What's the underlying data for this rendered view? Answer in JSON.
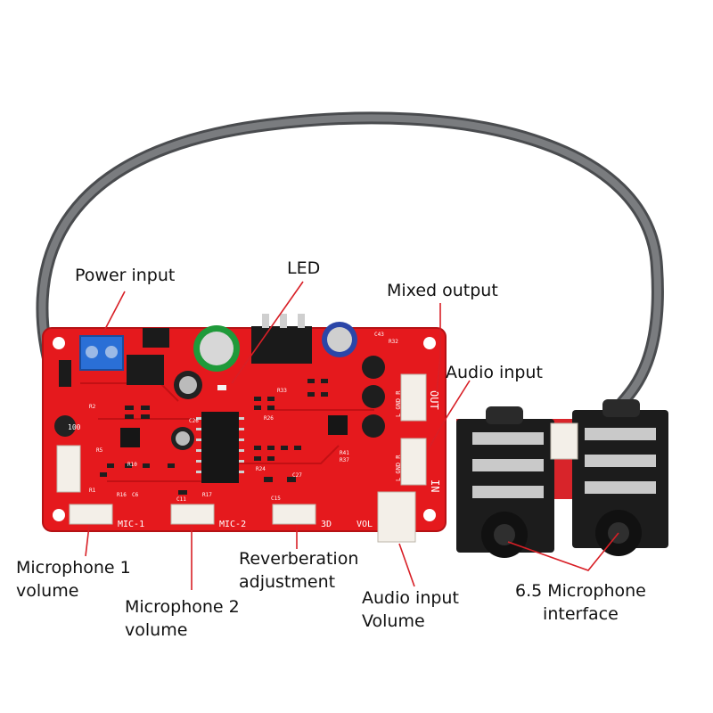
{
  "labels": {
    "power_input": "Power input",
    "led": "LED",
    "mixed_output": "Mixed output",
    "audio_input": "Audio input",
    "mic1_volume": {
      "line1": "Microphone 1",
      "line2": "volume"
    },
    "mic2_volume": {
      "line1": "Microphone 2",
      "line2": "volume"
    },
    "reverb_adjustment": {
      "line1": "Reverberation",
      "line2": "adjustment"
    },
    "audio_input_volume": {
      "line1": "Audio input",
      "line2": "Volume"
    },
    "mic_interface": {
      "line1": "6.5 Microphone",
      "line2": "interface"
    }
  },
  "silkscreen": {
    "mic1": "MIC-1",
    "mic2": "MIC-2",
    "effect": "3D",
    "vol": "VOL",
    "out": "OUT",
    "in": "IN",
    "lgr": "L GND R",
    "cap_100": "100",
    "r1": "R1",
    "r2": "R2",
    "r5": "R5",
    "r10": "R10",
    "r16": "R16",
    "r17": "R17",
    "r24": "R24",
    "r26": "R26",
    "r32": "R32",
    "r33": "R33",
    "r37": "R37",
    "r41": "R41",
    "c6": "C6",
    "c11": "C11",
    "c15": "C15",
    "c26": "C26",
    "c27": "C27",
    "c43": "C43"
  },
  "colors": {
    "pcb": "#e5191d",
    "cable": "#6e7073",
    "jack": "#1c1c1c",
    "terminal": "#2a6fd6",
    "annotation_line": "#d81f26"
  }
}
